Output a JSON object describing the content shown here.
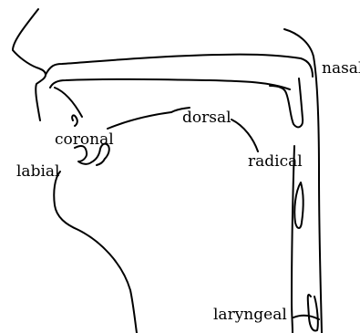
{
  "diagram": {
    "line_color": "#000000",
    "background": "#ffffff",
    "labels": {
      "nasal": "nasal",
      "coronal": "coronal",
      "dorsal": "dorsal",
      "labial": "labial",
      "radical": "radical",
      "laryngeal": "laryngeal"
    }
  }
}
